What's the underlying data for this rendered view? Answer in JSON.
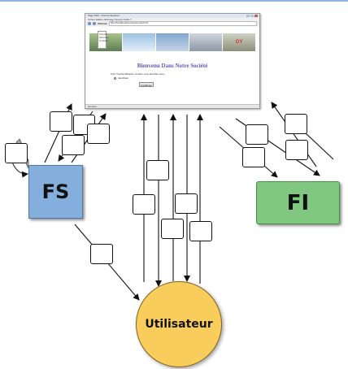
{
  "nodes": {
    "fs_label": "FS",
    "fi_label": "FI",
    "user_label": "Utilisateur"
  },
  "browser": {
    "window_title": "Page Web - Internet Explorer",
    "menu_text": "Fichier  Edition  Affichage  Favoris  Outils  ?",
    "address_label": "Adresse",
    "address_url": "http://localhost/societe/accueil.html",
    "menu_items": [
      "Accueil",
      "Services",
      "Contact"
    ],
    "banner_text": "OY",
    "welcome_text": "Bienvenu Dans Notre Société",
    "choice_text": "Pour l'Authentification veuillez vous identifier avec",
    "radio_label": "Identifiant",
    "confirm_label": "Confirmer",
    "status_text": "Terminé"
  },
  "colors": {
    "fs_fill": "#84aedb",
    "fi_fill": "#80c880",
    "user_fill": "#f9cd5c"
  }
}
